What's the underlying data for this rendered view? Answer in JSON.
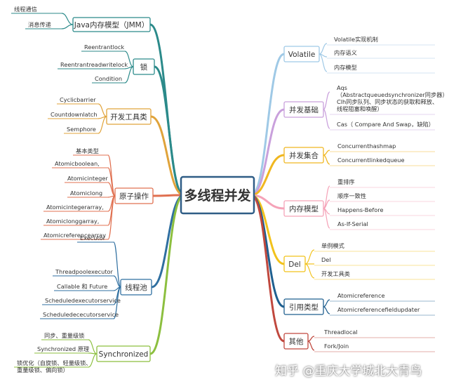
{
  "center": {
    "label": "多线程并发"
  },
  "colors": {
    "center_stroke": "#2f5d86",
    "jmm": "#2b8a8a",
    "lock": "#2b8a8a",
    "tools": "#e0a33a",
    "atomic": "#e07050",
    "pool": "#2f6fa0",
    "sync": "#8cbf3f",
    "volatile": "#9fc9e6",
    "basics": "#c9a0dc",
    "collections": "#f0b720",
    "memory": "#f5a3b8",
    "del": "#f2c21b",
    "ref": "#1f5f8f",
    "other": "#c0483e"
  },
  "left_branches": [
    {
      "id": "jmm",
      "label": "Java内存模型（JMM）",
      "children": [
        "线程通信",
        "消息传递"
      ]
    },
    {
      "id": "lock",
      "label": "锁",
      "children": [
        "Reentrantlock",
        "Reentrantreadwritelock",
        "Condition"
      ]
    },
    {
      "id": "tools",
      "label": "开发工具类",
      "children": [
        "Cyclicbarrier",
        "Countdownlatch",
        "Semphore"
      ]
    },
    {
      "id": "atomic",
      "label": "原子操作",
      "children": [
        "基本类型",
        "Atomicboolean,",
        "Atomicinteger",
        "Atomiclong",
        "Atomicintegerarray,",
        "Atomiclonggarray,",
        "Atomicreferencearray"
      ]
    },
    {
      "id": "pool",
      "label": "线程池",
      "children": [
        "Executor",
        "Threadpoolexecutor",
        "Callable 和 Future",
        "Scheduledexecutorservice",
        "Scheduledececutorservice"
      ]
    },
    {
      "id": "sync",
      "label": "Synchronized",
      "children": [
        "同步、重量级锁",
        "Synchronized 原理",
        "锁优化（自旋锁、轻量级锁、\n重量级锁、偏向锁）"
      ]
    }
  ],
  "right_branches": [
    {
      "id": "volatile",
      "label": "Volatile",
      "children": [
        "Volatile实现机制",
        "内存语义",
        "内存模型"
      ]
    },
    {
      "id": "basics",
      "label": "并发基础",
      "children": [
        "Aqs\n（Abstractqueuedsynchronizer同步器）\nClh同步队列、同步状态的获取和释放、\n线程阻塞和唤醒）",
        "Cas（ Compare And Swap，缺陷）"
      ]
    },
    {
      "id": "collections",
      "label": "并发集合",
      "children": [
        "Concurrenthashmap",
        "Concurrentlinkedqueue"
      ]
    },
    {
      "id": "memory",
      "label": "内存模型",
      "children": [
        "重排序",
        "顺序一致性",
        "Happens-Before",
        "As-If-Serial"
      ]
    },
    {
      "id": "del",
      "label": "Del",
      "children": [
        "单例模式",
        "Del",
        "开发工具类"
      ]
    },
    {
      "id": "ref",
      "label": "引用类型",
      "children": [
        "Atomicreference",
        "Atomicreferencefieldupdater"
      ]
    },
    {
      "id": "other",
      "label": "其他",
      "children": [
        "Threadlocal",
        "Fork/Join"
      ]
    }
  ],
  "watermark": "知乎 @重庆大学城北大青鸟"
}
